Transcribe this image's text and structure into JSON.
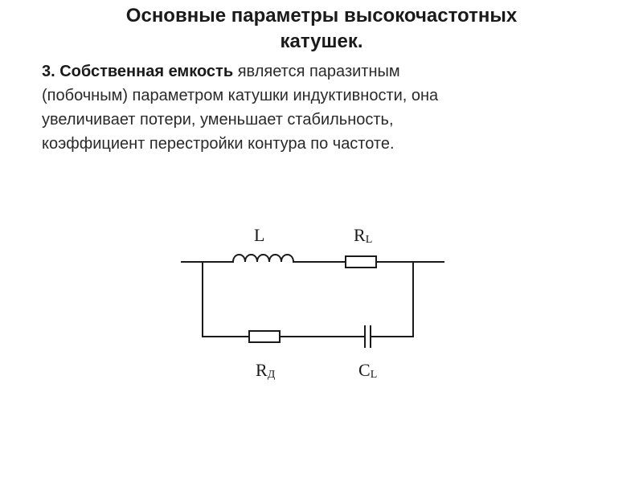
{
  "title": {
    "line1": "Основные параметры высокочастотных",
    "line2": "катушек."
  },
  "body": {
    "lead": "3. Собственная емкость",
    "line1_rest": " является паразитным",
    "line2": "(побочным) параметром катушки индуктивности, она",
    "line3": "увеличивает потери, уменьшает стабильность,",
    "line4": "коэффициент перестройки контура по частоте."
  },
  "circuit": {
    "inductor_label": "L",
    "resistor_top_label_main": "R",
    "resistor_top_label_sub": "L",
    "resistor_bottom_label_main": "R",
    "resistor_bottom_label_sub": "Д",
    "capacitor_label_main": "C",
    "capacitor_label_sub": "L"
  },
  "colors": {
    "ink": "#1a1a1a",
    "text": "#2a2a2a",
    "background": "#ffffff"
  }
}
